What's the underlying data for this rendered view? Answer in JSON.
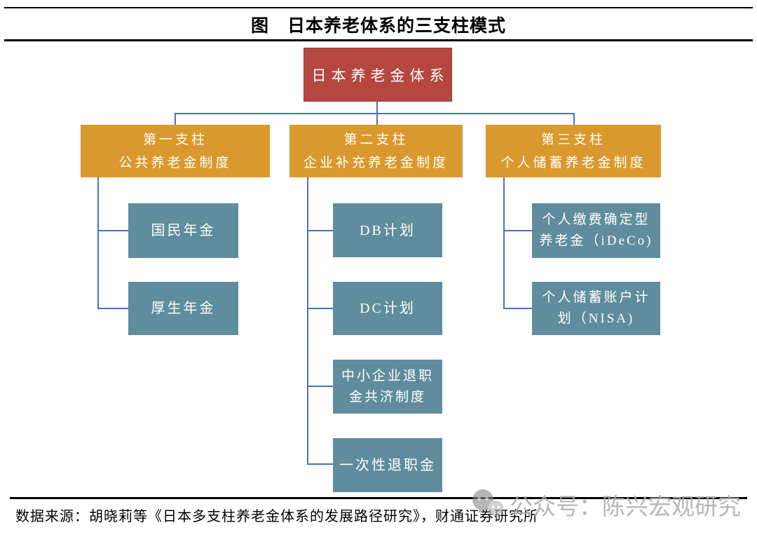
{
  "figure": {
    "title": "图　日本养老体系的三支柱模式",
    "source": "数据来源：胡晓莉等《日本多支柱养老金体系的发展路径研究》，财通证券研究所"
  },
  "root": {
    "label": "日本养老金体系"
  },
  "pillars": [
    {
      "title": "第一支柱",
      "subtitle": "公共养老金制度",
      "children": [
        "国民年金",
        "厚生年金"
      ]
    },
    {
      "title": "第二支柱",
      "subtitle": "企业补充养老金制度",
      "children": [
        "DB计划",
        "DC计划",
        "中小企业退职\n金共济制度",
        "一次性退职金"
      ]
    },
    {
      "title": "第三支柱",
      "subtitle": "个人储蓄养老金制度",
      "children": [
        "个人缴费确定型\n养老金（iDeCo)",
        "个人储蓄账户计\n划（NISA)"
      ]
    }
  ],
  "watermark": {
    "label": "公众号：陈兴宏观研究",
    "icon": "wechat-bubbles-icon"
  },
  "colors": {
    "root_red": "#b5473f",
    "pillar_orange": "#d9992e",
    "child_teal": "#5f8d9e",
    "connector_blue": "#4472c4",
    "rule_black": "#000000",
    "watermark_gray": "#aeaeae"
  }
}
